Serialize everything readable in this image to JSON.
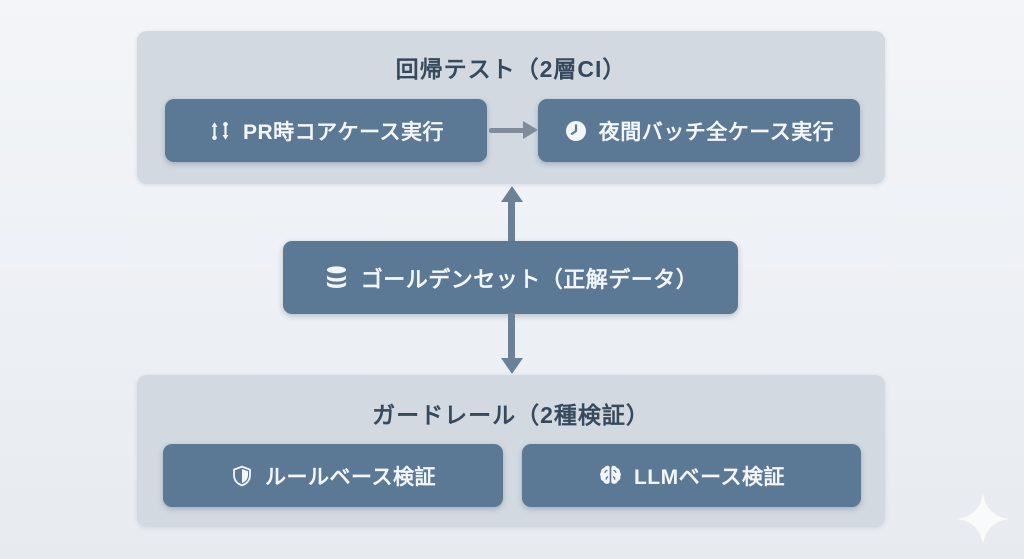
{
  "colors": {
    "page_bg_top": "#f3f5f8",
    "page_bg_bottom": "#e7ebef",
    "section_bg": "#d2d9e1",
    "node_bg": "#5b7995",
    "node_text": "#f3f6f9",
    "section_title": "#37495c",
    "arrow_vertical": "#6d8196",
    "arrow_horizontal": "#7e8c9b"
  },
  "sections": {
    "regression": {
      "title": "回帰テスト（2層CI）",
      "nodes": [
        {
          "icon": "git-compare-icon",
          "label": "PR時コアケース実行"
        },
        {
          "icon": "clock-icon",
          "label": "夜間バッチ全ケース実行"
        }
      ]
    },
    "golden_set": {
      "icon": "database-icon",
      "label": "ゴールデンセット（正解データ）"
    },
    "guardrail": {
      "title": "ガードレール（2種検証）",
      "nodes": [
        {
          "icon": "shield-icon",
          "label": "ルールベース検証"
        },
        {
          "icon": "brain-icon",
          "label": "LLMベース検証"
        }
      ]
    }
  },
  "watermark": {
    "icon": "sparkle-icon"
  }
}
